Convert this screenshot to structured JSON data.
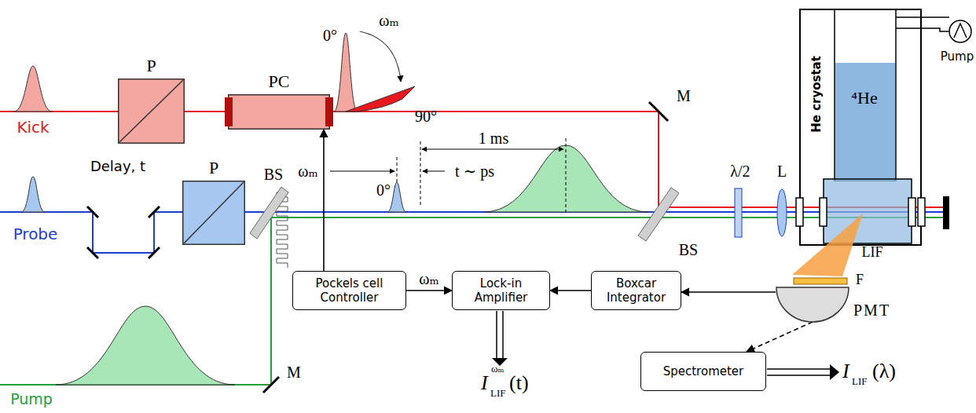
{
  "diagram": {
    "nodes": [
      {
        "text": [
          "P"
        ]
      },
      {
        "text": [
          "PC"
        ]
      },
      {
        "text": [
          "P"
        ]
      },
      {
        "text": [
          "Pockels cell Controller"
        ]
      },
      {
        "text": [
          "Lock-in Amplifier"
        ]
      },
      {
        "text": [
          "Boxcar Integrator"
        ]
      },
      {
        "text": [
          "PMT"
        ]
      },
      {
        "text": [
          "Spectrometer"
        ]
      }
    ],
    "edges": [
      {
        "from": 3,
        "to": 1,
        "arrow": "to"
      },
      {
        "from": 3,
        "to": 4,
        "label": "ωₘ",
        "arrow": "to"
      },
      {
        "from": 5,
        "to": 4,
        "arrow": "to"
      },
      {
        "from": 6,
        "to": 5,
        "arrow": "to"
      },
      {
        "from": 6,
        "to": 7,
        "arrow": "to"
      }
    ],
    "labels": [
      "Kick",
      "Probe",
      "Pump",
      "Delay, t",
      "0°",
      "ωₘ",
      "90°",
      "1 ms",
      "ωₘ",
      "0°",
      "t ∼ ps",
      "M",
      "BS",
      "M",
      "BS",
      "λ/2",
      "L",
      "He cryostat",
      "⁴He",
      "Pump",
      "LIF",
      "F",
      "I",
      "LIF",
      "ωₘ",
      "(t)",
      "I",
      "LIF",
      "(λ)"
    ]
  }
}
